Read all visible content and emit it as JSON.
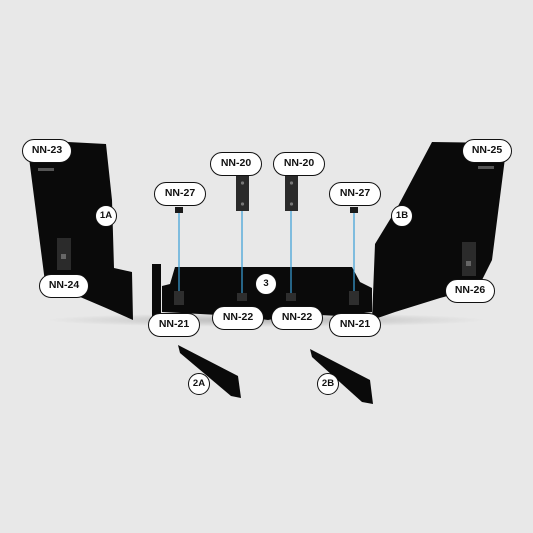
{
  "diagram": {
    "colors": {
      "background": "#e8e8e8",
      "panel": "#0a0a0a",
      "connector": "#3aa0d8",
      "label_border": "#111111"
    },
    "labels": {
      "nn23": "NN-23",
      "nn25": "NN-25",
      "nn20a": "NN-20",
      "nn20b": "NN-20",
      "nn27a": "NN-27",
      "nn27b": "NN-27",
      "nn24": "NN-24",
      "nn26": "NN-26",
      "nn21a": "NN-21",
      "nn21b": "NN-21",
      "nn22a": "NN-22",
      "nn22b": "NN-22"
    },
    "markers": {
      "m1a": "1A",
      "m1b": "1B",
      "m3": "3",
      "m2a": "2A",
      "m2b": "2B"
    }
  }
}
